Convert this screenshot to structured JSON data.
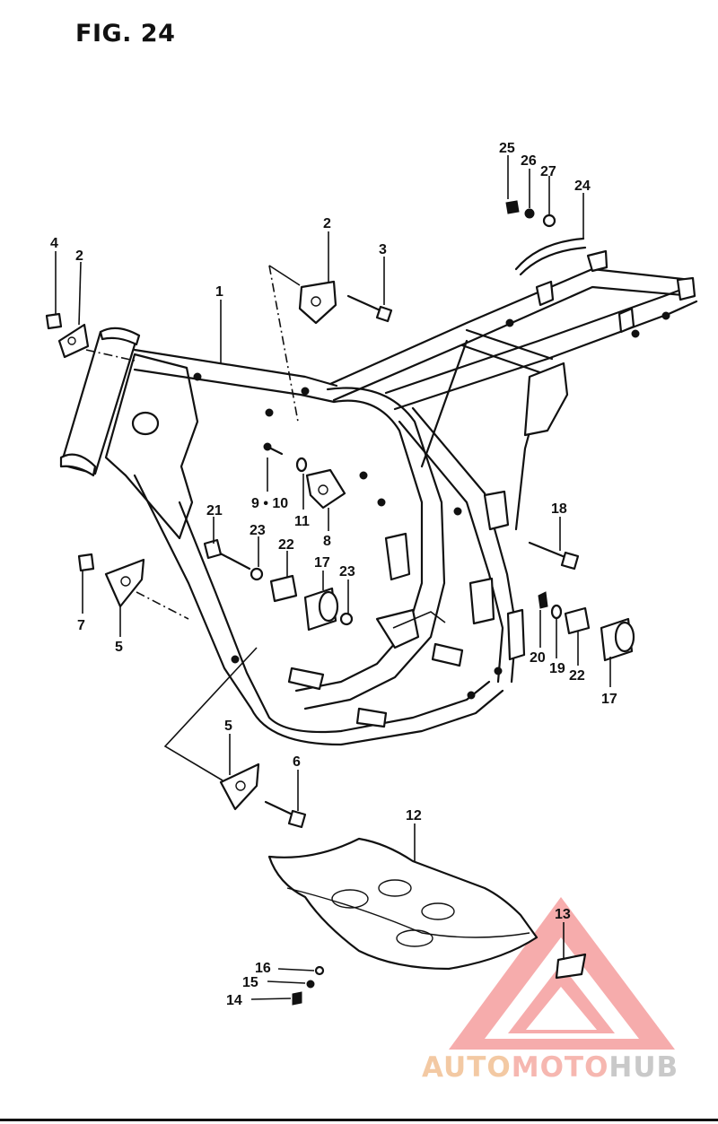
{
  "figure": {
    "title": "FIG. 24"
  },
  "callouts": [
    {
      "id": "c1",
      "text": "1"
    },
    {
      "id": "c2a",
      "text": "2"
    },
    {
      "id": "c2b",
      "text": "2"
    },
    {
      "id": "c3",
      "text": "3"
    },
    {
      "id": "c4",
      "text": "4"
    },
    {
      "id": "c5a",
      "text": "5"
    },
    {
      "id": "c5b",
      "text": "5"
    },
    {
      "id": "c6",
      "text": "6"
    },
    {
      "id": "c7",
      "text": "7"
    },
    {
      "id": "c8",
      "text": "8"
    },
    {
      "id": "c9",
      "text": "9 • 10"
    },
    {
      "id": "c11",
      "text": "11"
    },
    {
      "id": "c12",
      "text": "12"
    },
    {
      "id": "c13",
      "text": "13"
    },
    {
      "id": "c14",
      "text": "14"
    },
    {
      "id": "c15",
      "text": "15"
    },
    {
      "id": "c16",
      "text": "16"
    },
    {
      "id": "c17a",
      "text": "17"
    },
    {
      "id": "c17b",
      "text": "17"
    },
    {
      "id": "c18",
      "text": "18"
    },
    {
      "id": "c19",
      "text": "19"
    },
    {
      "id": "c20",
      "text": "20"
    },
    {
      "id": "c21",
      "text": "21"
    },
    {
      "id": "c22a",
      "text": "22"
    },
    {
      "id": "c22b",
      "text": "22"
    },
    {
      "id": "c23a",
      "text": "23"
    },
    {
      "id": "c23b",
      "text": "23"
    },
    {
      "id": "c24",
      "text": "24"
    },
    {
      "id": "c25",
      "text": "25"
    },
    {
      "id": "c26",
      "text": "26"
    },
    {
      "id": "c27",
      "text": "27"
    }
  ],
  "watermark": {
    "part1": "AUTO",
    "part2": "MOTO",
    "part3": "HUB"
  }
}
